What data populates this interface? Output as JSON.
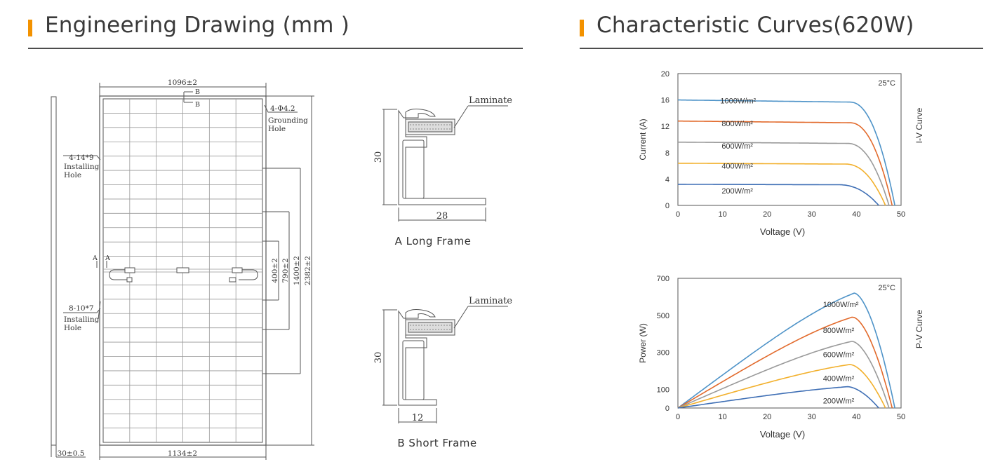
{
  "left_section": {
    "title": "Engineering Drawing (mm )",
    "panel": {
      "width_label": "1096±2",
      "width_outer_label": "1134±2",
      "height_label": "2382±2",
      "dim_1400": "1400±2",
      "dim_790": "790±2",
      "dim_400": "400±2",
      "thickness_label": "30±0.5",
      "section_mark": "B",
      "section_mark_a": "A",
      "grounding": {
        "spec": "4-Φ4.2",
        "line1": "Grounding",
        "line2": "Hole"
      },
      "install_top": {
        "spec": "4-14*9",
        "line1": "Installing",
        "line2": "Hole"
      },
      "install_bottom": {
        "spec": "8-10*7",
        "line1": "Installing",
        "line2": "Hole"
      }
    },
    "long_frame": {
      "caption": "A Long Frame",
      "laminate": "Laminate",
      "height": "30",
      "width": "28"
    },
    "short_frame": {
      "caption": "B Short Frame",
      "laminate": "Laminate",
      "height": "30",
      "width": "12"
    }
  },
  "right_section": {
    "title": "Characteristic Curves(620W)"
  },
  "chart_data": [
    {
      "type": "line",
      "title": "",
      "side_label": "I-V Curve",
      "temperature": "25°C",
      "xlabel": "Voltage (V)",
      "ylabel": "Current (A)",
      "xlim": [
        0,
        50
      ],
      "ylim": [
        0,
        20
      ],
      "xticks": [
        "0",
        "10",
        "20",
        "30",
        "40",
        "50"
      ],
      "yticks": [
        "0",
        "4",
        "8",
        "12",
        "16",
        "20"
      ],
      "grid": false,
      "series": [
        {
          "name": "1000W/m²",
          "color": "#4e93c8",
          "isc": 16.0,
          "knee": 38.5,
          "voc": 48.6
        },
        {
          "name": "800W/m²",
          "color": "#e26a2c",
          "isc": 12.8,
          "knee": 38.5,
          "voc": 48.0
        },
        {
          "name": "600W/m²",
          "color": "#9a9a9a",
          "isc": 9.6,
          "knee": 38.0,
          "voc": 47.3
        },
        {
          "name": "400W/m²",
          "color": "#f2b02c",
          "isc": 6.4,
          "knee": 37.5,
          "voc": 46.5
        },
        {
          "name": "200W/m²",
          "color": "#3f6fb5",
          "isc": 3.2,
          "knee": 36.0,
          "voc": 45.0
        }
      ]
    },
    {
      "type": "line",
      "title": "",
      "side_label": "P-V Curve",
      "temperature": "25°C",
      "xlabel": "Voltage (V)",
      "ylabel": "Power (W)",
      "xlim": [
        0,
        50
      ],
      "ylim": [
        0,
        700
      ],
      "xticks": [
        "0",
        "10",
        "20",
        "30",
        "40",
        "50"
      ],
      "yticks": [
        "0",
        "100",
        "300",
        "500",
        "700"
      ],
      "grid": false,
      "series": [
        {
          "name": "1000W/m²",
          "color": "#4e93c8",
          "vmp": 39.5,
          "pmax": 620,
          "voc": 48.6
        },
        {
          "name": "800W/m²",
          "color": "#e26a2c",
          "vmp": 39.2,
          "pmax": 490,
          "voc": 48.0
        },
        {
          "name": "600W/m²",
          "color": "#9a9a9a",
          "vmp": 39.0,
          "pmax": 360,
          "voc": 47.3
        },
        {
          "name": "400W/m²",
          "color": "#f2b02c",
          "vmp": 38.5,
          "pmax": 235,
          "voc": 46.5
        },
        {
          "name": "200W/m²",
          "color": "#3f6fb5",
          "vmp": 38.0,
          "pmax": 115,
          "voc": 45.0
        }
      ]
    }
  ]
}
